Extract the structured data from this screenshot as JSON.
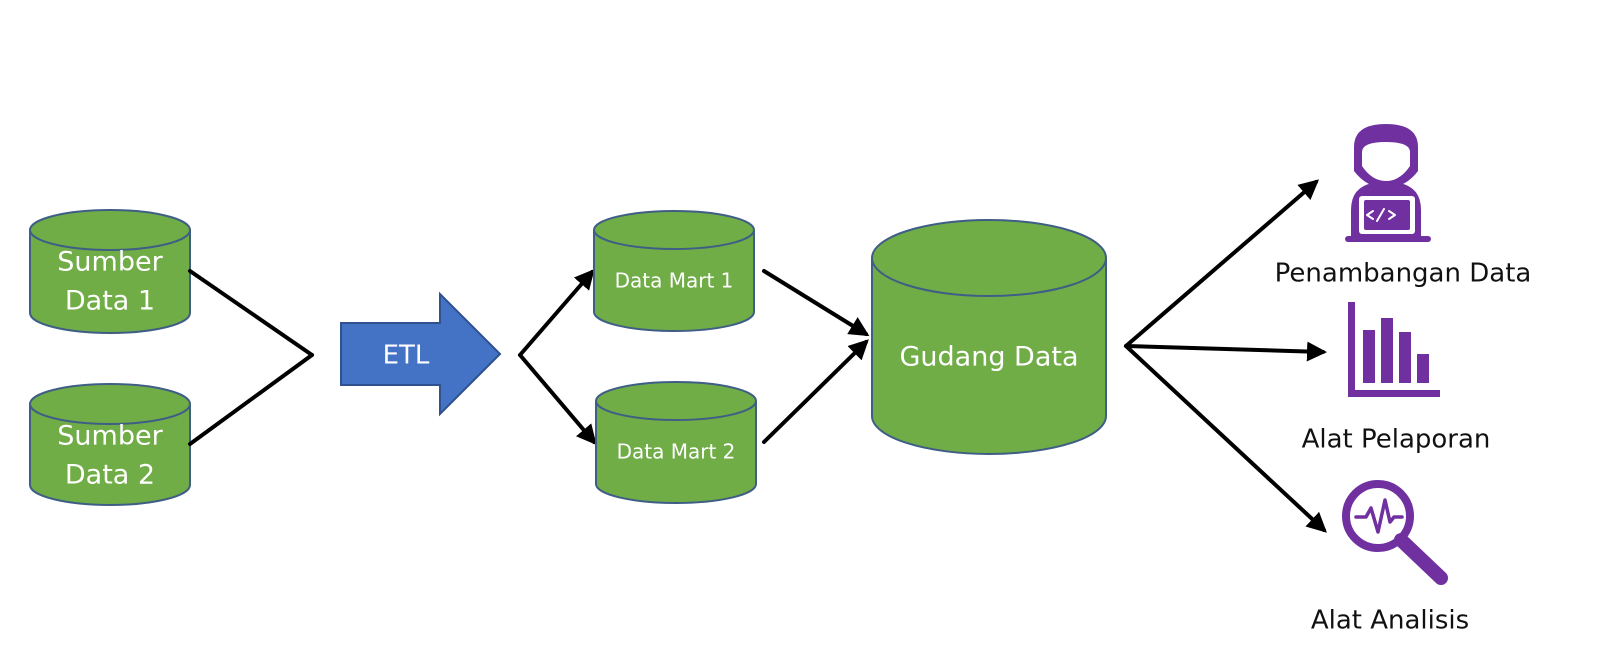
{
  "colors": {
    "cylinder_fill": "#70ad47",
    "cylinder_stroke": "#3f5e86",
    "etl_fill": "#4472c4",
    "etl_stroke": "#2f528f",
    "icon_purple": "#7030a0",
    "edge": "#000000"
  },
  "sources": [
    {
      "line1": "Sumber",
      "line2": "Data 1"
    },
    {
      "line1": "Sumber",
      "line2": "Data 2"
    }
  ],
  "etl": {
    "label": "ETL"
  },
  "data_marts": [
    {
      "label": "Data Mart 1"
    },
    {
      "label": "Data Mart 2"
    }
  ],
  "warehouse": {
    "label": "Gudang Data"
  },
  "outputs": [
    {
      "label": "Penambangan Data",
      "icon": "data-scientist-icon"
    },
    {
      "label": "Alat Pelaporan",
      "icon": "bar-chart-icon"
    },
    {
      "label": "Alat Analisis",
      "icon": "magnifier-pulse-icon"
    }
  ]
}
